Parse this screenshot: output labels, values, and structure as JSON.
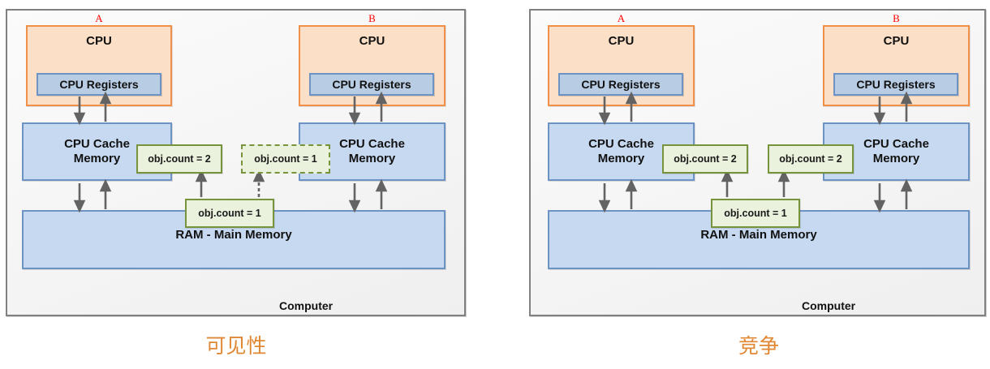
{
  "figure": {
    "title": "Java Memory Model - Visibility and Race Condition",
    "colors": {
      "cpu_border": "#f09048",
      "cpu_fill": "#fbdfc6",
      "blue_border": "#6d93c4",
      "blue_fill": "#c6d9f0",
      "register_fill": "#b8cce4",
      "green_border": "#77933c",
      "green_fill": "#eaf1dd",
      "frame_border": "#808080",
      "cpu_id_color": "#ff0000",
      "caption_color": "#e08733",
      "arrow_color": "#636363"
    }
  },
  "panels": [
    {
      "id": "visibility",
      "caption": "可见性",
      "frame_label": "Computer",
      "cpu_ids": [
        "A",
        "B"
      ],
      "cpu_label": "CPU",
      "registers_label": "CPU Registers",
      "cache_label": "CPU Cache\nMemory",
      "ram_label": "RAM - Main Memory",
      "callouts": [
        {
          "id": "cache-a-value",
          "text": "obj.count = 2",
          "style": "solid",
          "owner": "cpu-a-cache"
        },
        {
          "id": "cache-b-value",
          "text": "obj.count = 1",
          "style": "dashed",
          "owner": "cpu-b-cache"
        },
        {
          "id": "ram-value",
          "text": "obj.count = 1",
          "style": "solid",
          "owner": "ram"
        }
      ]
    },
    {
      "id": "race",
      "caption": "竞争",
      "frame_label": "Computer",
      "cpu_ids": [
        "A",
        "B"
      ],
      "cpu_label": "CPU",
      "registers_label": "CPU Registers",
      "cache_label": "CPU Cache\nMemory",
      "ram_label": "RAM - Main Memory",
      "callouts": [
        {
          "id": "cache-a-value",
          "text": "obj.count = 2",
          "style": "solid",
          "owner": "cpu-a-cache"
        },
        {
          "id": "cache-b-value",
          "text": "obj.count = 2",
          "style": "solid",
          "owner": "cpu-b-cache"
        },
        {
          "id": "ram-value",
          "text": "obj.count = 1",
          "style": "solid",
          "owner": "ram"
        }
      ]
    }
  ]
}
